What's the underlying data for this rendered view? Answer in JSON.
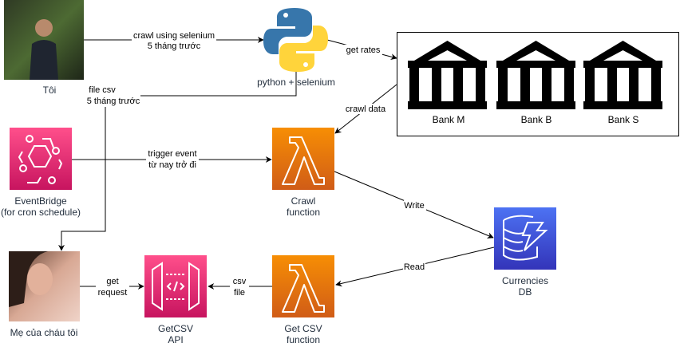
{
  "nodes": {
    "me": {
      "label": "Tôi"
    },
    "python": {
      "label": "python + selenium"
    },
    "banks": [
      {
        "label": "Bank M"
      },
      {
        "label": "Bank B"
      },
      {
        "label": "Bank S"
      }
    ],
    "eventbridge": {
      "label_line1": "EventBridge",
      "label_line2": "(for cron schedule)",
      "color": "#e7157b"
    },
    "crawl_function": {
      "label_line1": "Crawl",
      "label_line2": "function",
      "color": "#ed7100"
    },
    "currencies_db": {
      "label_line1": "Currencies",
      "label_line2": "DB",
      "color": "#3b48cc"
    },
    "get_csv_function": {
      "label_line1": "Get CSV",
      "label_line2": "function",
      "color": "#ed7100"
    },
    "getcsv_api": {
      "label_line1": "GetCSV",
      "label_line2": "API",
      "color": "#e7157b"
    },
    "mom": {
      "label": "Mẹ của cháu tôi"
    }
  },
  "edges": {
    "crawl_selenium": {
      "line1": "crawl using selenium",
      "line2": "5 tháng trước"
    },
    "get_rates": {
      "label": "get rates"
    },
    "crawl_data": {
      "label": "crawl data"
    },
    "file_csv": {
      "line1": "file csv",
      "line2": "5 tháng trước"
    },
    "trigger_event": {
      "line1": "trigger event",
      "line2": "từ nay trở đi"
    },
    "write": {
      "label": "Write"
    },
    "read": {
      "label": "Read"
    },
    "csv_file": {
      "line1": "csv",
      "line2": "file"
    },
    "get_request": {
      "line1": "get",
      "line2": "request"
    }
  }
}
